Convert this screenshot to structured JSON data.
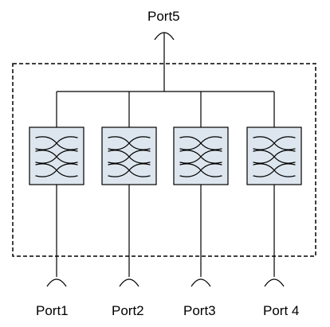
{
  "diagram": {
    "top_port": {
      "label": "Port5"
    },
    "bottom_ports": [
      {
        "label": "Port1"
      },
      {
        "label": "Port2"
      },
      {
        "label": "Port3"
      },
      {
        "label": "Port 4"
      }
    ],
    "filter_count": 4,
    "filter_fill": "#dde6ee"
  }
}
